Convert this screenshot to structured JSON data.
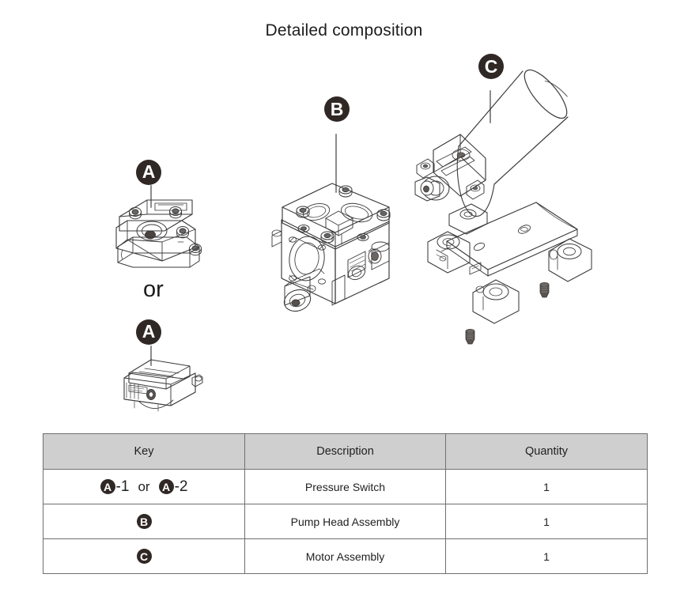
{
  "page": {
    "title": "Detailed composition",
    "background": "#ffffff",
    "badge_color": "#302825",
    "badge_text_color": "#ffffff",
    "leader_line_color": "#8c8c8c",
    "line_art_color": "#3a3a3a"
  },
  "callouts": [
    {
      "id": "a1",
      "badge": "A",
      "suffix": "-1",
      "part": "pressure-switch-variant-1"
    },
    {
      "id": "or",
      "text": "or"
    },
    {
      "id": "a2",
      "badge": "A",
      "suffix": "-2",
      "part": "pressure-switch-variant-2"
    },
    {
      "id": "b",
      "badge": "B",
      "suffix": "",
      "part": "pump-head-assembly"
    },
    {
      "id": "c",
      "badge": "C",
      "suffix": "",
      "part": "motor-assembly"
    }
  ],
  "table": {
    "headers": [
      "Key",
      "Description",
      "Quantity"
    ],
    "rows": [
      {
        "key_badges": [
          {
            "letter": "A",
            "suffix": "-1"
          },
          {
            "letter": "A",
            "suffix": "-2"
          }
        ],
        "key_separator": "or",
        "description": "Pressure Switch",
        "quantity": "1"
      },
      {
        "key_badges": [
          {
            "letter": "B",
            "suffix": ""
          }
        ],
        "key_separator": "",
        "description": "Pump Head Assembly",
        "quantity": "1"
      },
      {
        "key_badges": [
          {
            "letter": "C",
            "suffix": ""
          }
        ],
        "key_separator": "",
        "description": "Motor Assembly",
        "quantity": "1"
      }
    ],
    "header_background": "#cfcfcf",
    "border_color": "#6f6f6f"
  }
}
